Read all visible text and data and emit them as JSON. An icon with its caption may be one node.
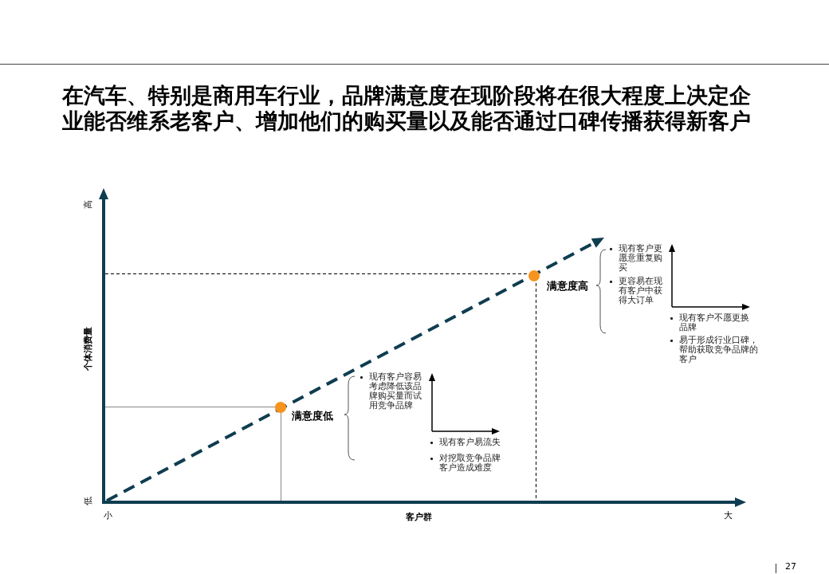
{
  "diagram": {
    "title": "在汽车、特别是商用车行业，品牌满意度在现阶段将在很大程度上决定企业能否维系老客户、增加他们的购买量以及能否通过口碑传播获得新客户",
    "labels": [
      "高",
      "现有客户更愿意重复购买",
      "更容易在现有客户中获得大订单",
      "满意度高",
      "现有客户不愿更换品牌",
      "易于形成行业口碑，帮助获取竞争品牌的客户",
      "个体消费量",
      "现有客户容易考虑降低该品牌购买量而试用竞争品牌",
      "满意度低",
      "现有客户易流失",
      "对挖取竞争品牌客户造成难度",
      "低",
      "小",
      "客户群",
      "大",
      "27"
    ]
  }
}
